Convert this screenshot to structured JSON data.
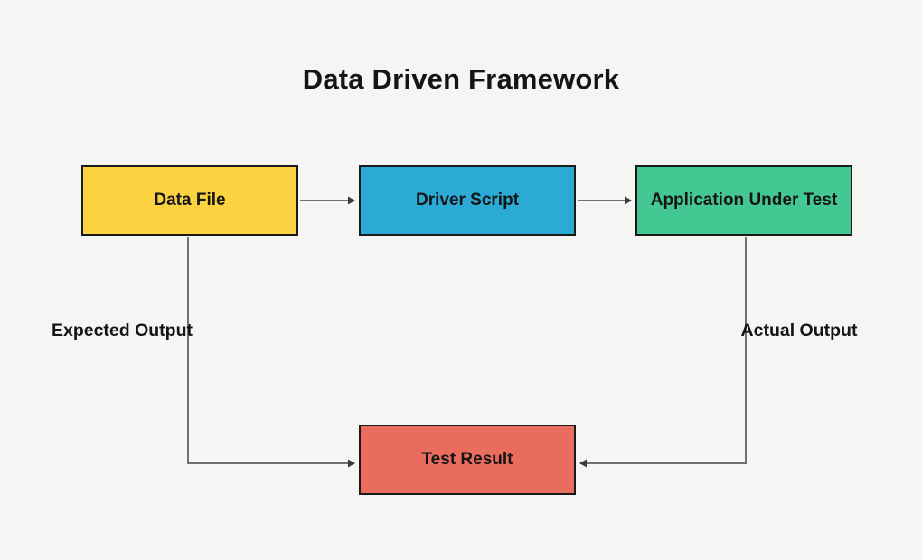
{
  "title": "Data Driven Framework",
  "nodes": {
    "data_file": {
      "label": "Data File",
      "fill": "#fbd341"
    },
    "driver_script": {
      "label": "Driver Script",
      "fill": "#2aaad4"
    },
    "application_under_test": {
      "label": "Application Under Test",
      "fill": "#43c793"
    },
    "test_result": {
      "label": "Test Result",
      "fill": "#e96c5e"
    }
  },
  "edge_labels": {
    "expected_output": "Expected Output",
    "actual_output": "Actual Output"
  },
  "edges": [
    {
      "from": "data_file",
      "to": "driver_script",
      "label": ""
    },
    {
      "from": "driver_script",
      "to": "application_under_test",
      "label": ""
    },
    {
      "from": "data_file",
      "to": "test_result",
      "label": "Expected Output"
    },
    {
      "from": "application_under_test",
      "to": "test_result",
      "label": "Actual Output"
    }
  ],
  "colors": {
    "background": "#f5f5f4",
    "box_border": "#1a1a1a",
    "connector": "#707070",
    "arrowhead": "#3a3a3a",
    "text": "#151515"
  }
}
